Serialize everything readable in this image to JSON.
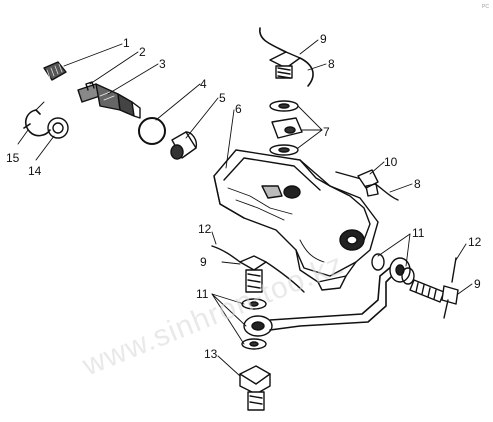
{
  "diagram": {
    "watermark": "www.sinhron-too.kz",
    "corner_mark": "PC",
    "labels": {
      "l1": "1",
      "l2": "2",
      "l3": "3",
      "l4": "4",
      "l5": "5",
      "l6": "6",
      "l7": "7",
      "l8a": "8",
      "l8b": "8",
      "l9a": "9",
      "l9b": "9",
      "l9c": "9",
      "l10": "10",
      "l11a": "11",
      "l11b": "11",
      "l12a": "12",
      "l12b": "12",
      "l13": "13",
      "l14": "14",
      "l15": "15"
    }
  }
}
